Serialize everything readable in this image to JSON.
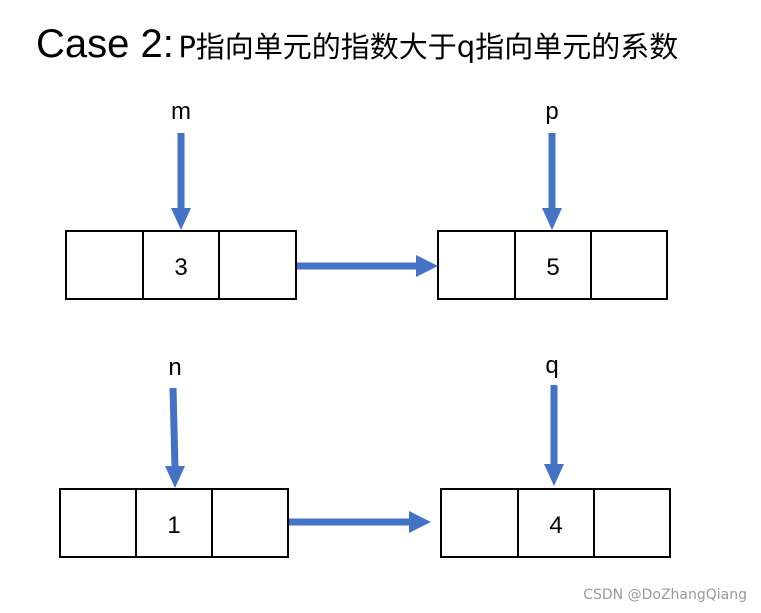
{
  "title": {
    "case_label": "Case 2:",
    "description": "P指向单元的指数大于q指向单元的系数"
  },
  "colors": {
    "arrow": "#4472C4",
    "box_stroke": "#000000"
  },
  "pointers": {
    "m": "m",
    "p": "p",
    "n": "n",
    "q": "q"
  },
  "nodes": {
    "top_left_value": "3",
    "top_right_value": "5",
    "bottom_left_value": "1",
    "bottom_right_value": "4"
  },
  "watermark": "CSDN @DoZhangQiang"
}
